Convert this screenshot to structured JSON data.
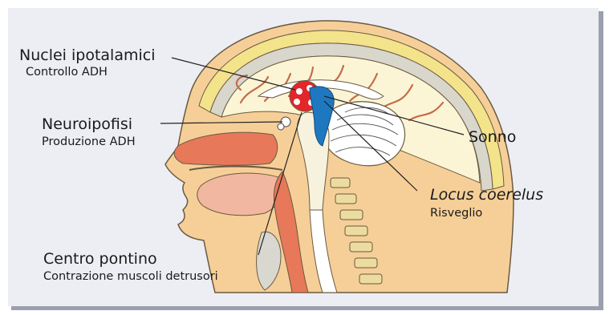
{
  "labels": {
    "nuclei_title": "Nuclei ipotalamici",
    "nuclei_sub": "Controllo ADH",
    "neuro_title": "Neuroipofisi",
    "neuro_sub": "Produzione ADH",
    "sonno": "Sonno",
    "locus_title": "Locus coerelus",
    "locus_sub": "Risveglio",
    "centro_title": "Centro pontino",
    "centro_sub": "Contrazione muscoli detrusori"
  },
  "colors": {
    "panel": "#eceef4",
    "skin": "#f6cf98",
    "scalp": "#f3e38a",
    "brain": "#fbf5d6",
    "gyri": "#c56b4a",
    "nasal": "#e8785a",
    "hypothalamus_nucleus": "#e2262a",
    "locus_coeruleus": "#1e78c0",
    "cerebellum": "#ffffff",
    "spine_disc": "#ecdca0"
  },
  "icons": {
    "head_illustration": "sagittal-head-section"
  }
}
